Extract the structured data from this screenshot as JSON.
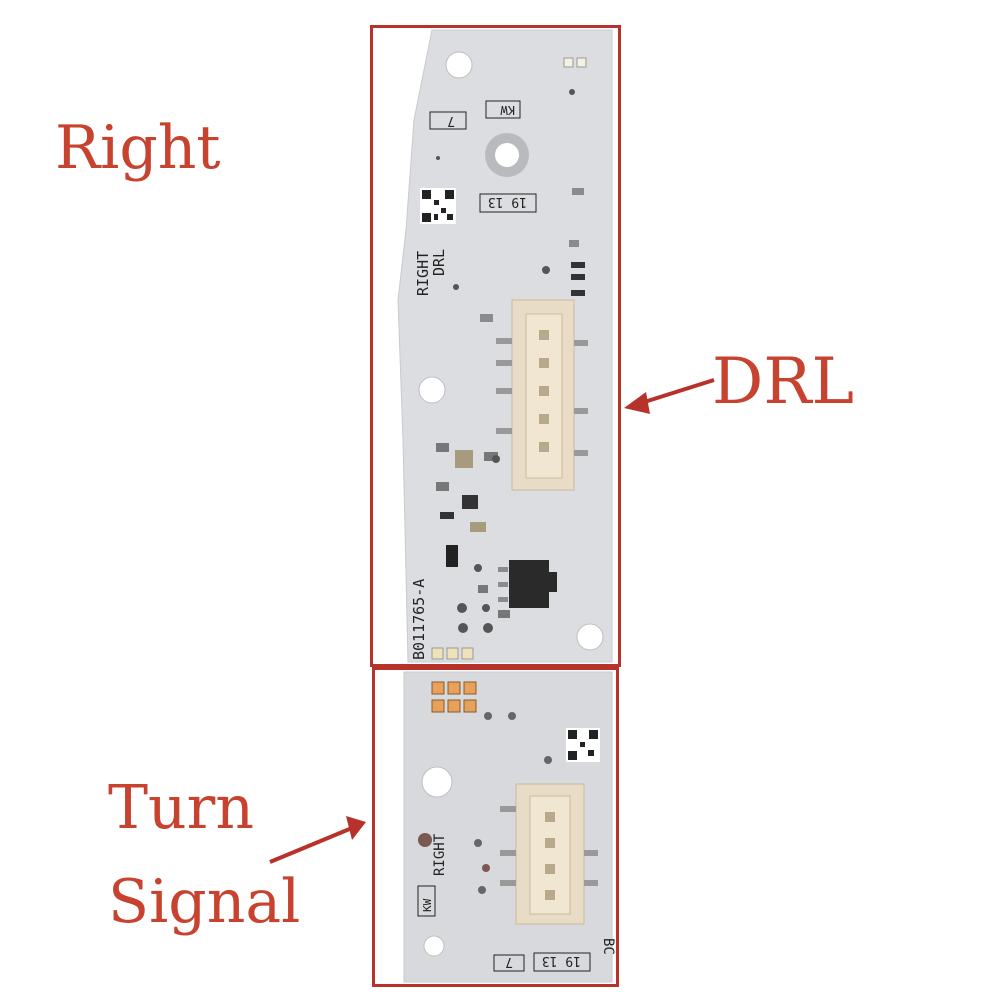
{
  "annotations": {
    "title": "Right",
    "drl_label": "DRL",
    "turn_label_line1": "Turn",
    "turn_label_line2": "Signal"
  },
  "board": {
    "silkscreen_side": "RIGHT",
    "silkscreen_function": "DRL",
    "part_number": "B011765-A",
    "mark_kw": "KW",
    "mark_7": "7",
    "date_code": "19 13",
    "turn_right": "RIGHT",
    "turn_part": "BC"
  },
  "colors": {
    "label_red": "#c8432f",
    "box_red": "#b8322c",
    "pcb": "#dcdde0",
    "connector": "#e9dcc6",
    "amber_led": "#e8a15a"
  }
}
